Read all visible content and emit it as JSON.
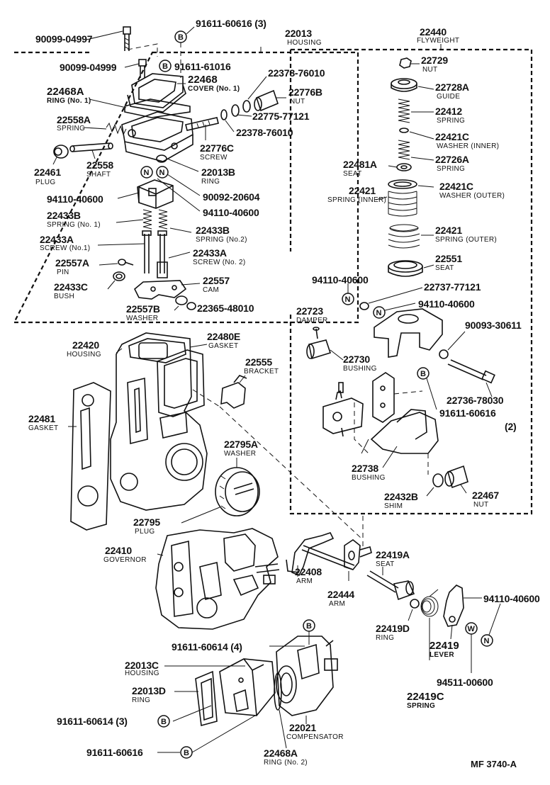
{
  "diagram": {
    "code": "MF 3740-A",
    "badges": {
      "bolt": "B",
      "nut": "N",
      "washer": "W"
    },
    "labels": {
      "p_90099_04997_top": "90099-04997",
      "p_91611_60616_top": "91611-60616 (3)",
      "p_22013": "22013",
      "n_22013": "HOUSING",
      "p_90099_04999": "90099-04999",
      "p_91611_61016": "91611-61016",
      "p_22468": "22468",
      "n_22468": "COVER (No. 1)",
      "p_22468A_top": "22468A",
      "n_22468A_top": "RING (No. 1)",
      "p_22378_76010_a": "22378-76010",
      "p_22776B": "22776B",
      "n_22776B": "NUT",
      "p_22775_77121": "22775-77121",
      "p_22558A": "22558A",
      "n_22558A": "SPRING",
      "p_22378_76010_b": "22378-76010",
      "p_22776C": "22776C",
      "n_22776C": "SCREW",
      "p_22558": "22558",
      "n_22558": "SHAFT",
      "p_22461": "22461",
      "n_22461": "PLUG",
      "p_22013B": "22013B",
      "n_22013B": "RING",
      "p_90092_20604": "90092-20604",
      "p_94110_40600_a": "94110-40600",
      "p_94110_40600_b": "94110-40600",
      "p_22433B_a": "22433B",
      "n_22433B_a": "SPRING (No. 1)",
      "p_22433B_b": "22433B",
      "n_22433B_b": "SPRING (No.2)",
      "p_22433A_a": "22433A",
      "n_22433A_a": "SCREW (No.1)",
      "p_22433A_b": "22433A",
      "n_22433A_b": "SCREW (No. 2)",
      "p_22557A": "22557A",
      "n_22557A": "PIN",
      "p_22557": "22557",
      "n_22557": "CAM",
      "p_22433C": "22433C",
      "n_22433C": "BUSH",
      "p_22557B": "22557B",
      "n_22557B": "WASHER",
      "p_22365_48010": "22365-48010",
      "p_22440": "22440",
      "n_22440": "FLYWEIGHT",
      "p_22729": "22729",
      "n_22729": "NUT",
      "p_22728A": "22728A",
      "n_22728A": "GUIDE",
      "p_22412": "22412",
      "n_22412": "SPRING",
      "p_22421C_a": "22421C",
      "n_22421C_a": "WASHER (INNER)",
      "p_22481A": "22481A",
      "n_22481A": "SEAT",
      "p_22726A": "22726A",
      "n_22726A": "SPRING",
      "p_22421_a": "22421",
      "n_22421_a": "SPRING (INNER)",
      "p_22421C_b": "22421C",
      "n_22421C_b": "WASHER (OUTER)",
      "p_22421_b": "22421",
      "n_22421_b": "SPRING (OUTER)",
      "p_22551": "22551",
      "n_22551": "SEAT",
      "p_94110_40600_c": "94110-40600",
      "p_22737_77121": "22737-77121",
      "p_94110_40600_d": "94110-40600",
      "p_22723": "22723",
      "n_22723": "DAMPER",
      "p_90093_30611": "90093-30611",
      "p_22730": "22730",
      "n_22730": "BUSHING",
      "p_22736_78030": "22736-78030",
      "p_91611_60616_b": "91611-60616",
      "n_91611_60616_b": "(2)",
      "p_22738": "22738",
      "n_22738": "BUSHING",
      "p_22432B": "22432B",
      "n_22432B": "SHIM",
      "p_22467": "22467",
      "n_22467": "NUT",
      "p_22420": "22420",
      "n_22420": "HOUSING",
      "p_22480E": "22480E",
      "n_22480E": "GASKET",
      "p_22555": "22555",
      "n_22555": "BRACKET",
      "p_22481": "22481",
      "n_22481": "GASKET",
      "p_22795A": "22795A",
      "n_22795A": "WASHER",
      "p_22795": "22795",
      "n_22795": "PLUG",
      "p_22410": "22410",
      "n_22410": "GOVERNOR",
      "p_22408": "22408",
      "n_22408": "ARM",
      "p_22444": "22444",
      "n_22444": "ARM",
      "p_22419A": "22419A",
      "n_22419A": "SEAT",
      "p_22419D": "22419D",
      "n_22419D": "RING",
      "p_94110_40600_e": "94110-40600",
      "p_22419": "22419",
      "n_22419": "LEVER",
      "p_94511_00600": "94511-00600",
      "p_22419C": "22419C",
      "n_22419C": "SPRING",
      "p_91611_60614_a": "91611-60614 (4)",
      "p_22013C": "22013C",
      "n_22013C": "HOUSING",
      "p_22013D": "22013D",
      "n_22013D": "RING",
      "p_91611_60614_b": "91611-60614 (3)",
      "p_22021": "22021",
      "n_22021": "COMPENSATOR",
      "p_91611_60616_c": "91611-60616",
      "p_22468A_bot": "22468A",
      "n_22468A_bot": "RING (No. 2)"
    }
  }
}
